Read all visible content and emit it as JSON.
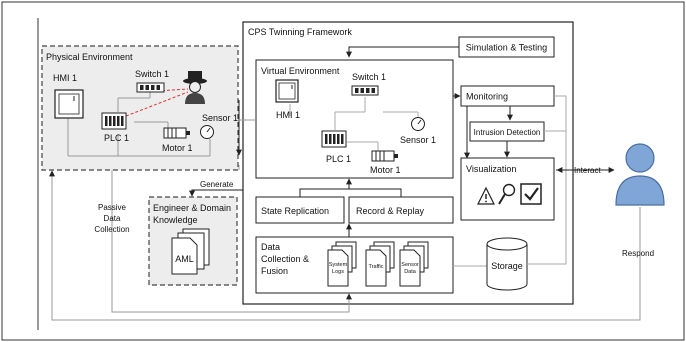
{
  "physical": {
    "title": "Physical Environment",
    "hmi": "HMI 1",
    "switch": "Switch 1",
    "plc": "PLC 1",
    "sensor": "Sensor 1",
    "motor": "Motor 1"
  },
  "framework": {
    "title": "CPS Twinning Framework",
    "simulation": "Simulation & Testing",
    "virtual": {
      "title": "Virtual Environment",
      "switch": "Switch 1",
      "hmi": "HMI 1",
      "plc": "PLC 1",
      "sensor": "Sensor 1",
      "motor": "Motor 1"
    },
    "monitoring": "Monitoring",
    "intrusion": "Intrusion Detection",
    "visualization": "Visualization",
    "state_replication": "State Replication",
    "record_replay": "Record & Replay",
    "data_collection": [
      "Data",
      "Collection &",
      "Fusion"
    ],
    "docs": [
      [
        "System",
        "Logs"
      ],
      [
        "Traffic"
      ],
      [
        "Sensor",
        "Data"
      ]
    ],
    "storage": "Storage"
  },
  "engineer": {
    "title": [
      "Engineer & Domain",
      "Knowledge"
    ],
    "aml": "AML"
  },
  "labels": {
    "generate": "Generate",
    "passive": [
      "Passive",
      "Data",
      "Collection"
    ],
    "interact": "Interact",
    "respond": "Respond"
  }
}
